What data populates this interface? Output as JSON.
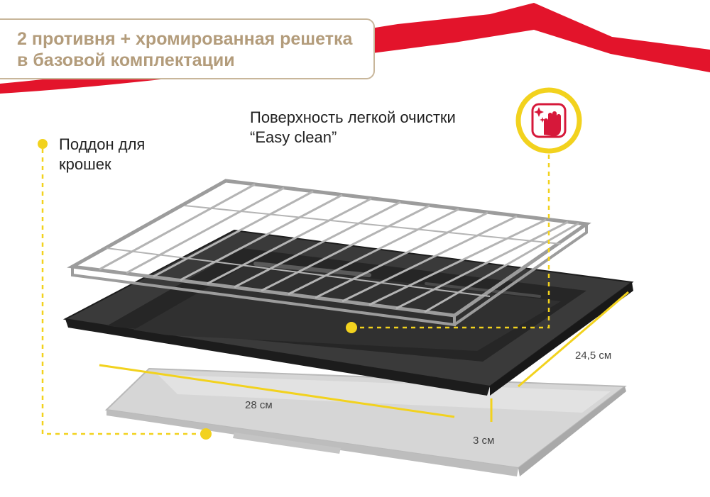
{
  "title": {
    "line1": "2 противня + хромированная решетка",
    "line2": "в базовой комплектации"
  },
  "labels": {
    "crumb_tray_line1": "Поддон для",
    "crumb_tray_line2": "крошек",
    "easy_clean_line1": "Поверхность легкой очистки",
    "easy_clean_line2": "“Easy clean”"
  },
  "dimensions": {
    "width": "28 см",
    "depth": "24,5 см",
    "height": "3 см"
  },
  "icons": {
    "easy_clean": "cleaning-glove-icon"
  },
  "colors": {
    "accent_red": "#e3142b",
    "accent_yellow": "#f2d21e",
    "title_gold": "#b39c7b",
    "title_border": "#c8b69a",
    "tray_dark": "#2c2c2c",
    "crumb_tray": "#d4d4d4"
  }
}
